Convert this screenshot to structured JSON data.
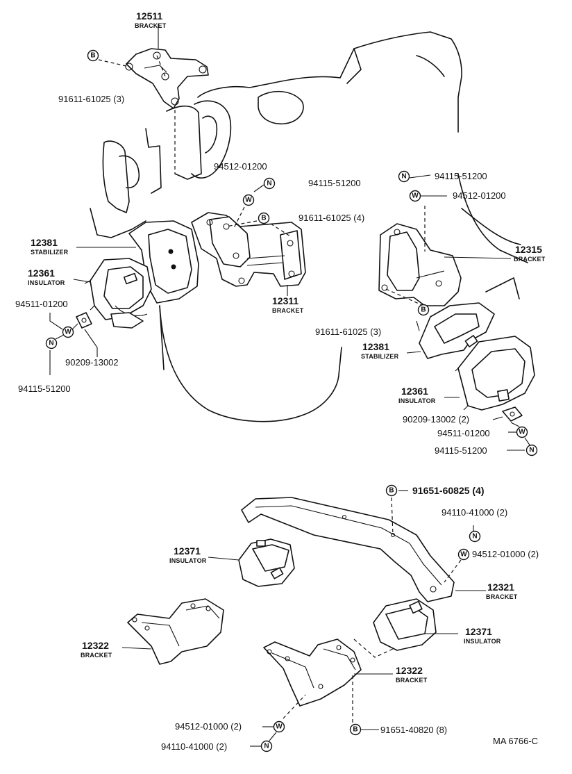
{
  "symbols": {
    "bolt": "B",
    "washer": "W",
    "nut": "N"
  },
  "labels": {
    "p12511_num": "12511",
    "p12511_name": "BRACKET",
    "bolt_91611_top": "91611-61025 (3)",
    "washer_94512_mid": "94512-01200",
    "nut_94115_mid": "94115-51200",
    "bolt_91611_mid": "91611-61025 (4)",
    "nut_94115_right": "94115-51200",
    "washer_94512_right": "94512-01200",
    "p12381_left_num": "12381",
    "p12381_left_name": "STABILIZER",
    "p12361_left_num": "12361",
    "p12361_left_name": "INSULATOR",
    "washer_94511_left": "94511-01200",
    "p12311_num": "12311",
    "p12311_name": "BRACKET",
    "p12315_num": "12315",
    "p12315_name": "BRACKET",
    "bolt_91611_right": "91611-61025 (3)",
    "p12381_right_num": "12381",
    "p12381_right_name": "STABILIZER",
    "plate_90209_left": "90209-13002",
    "nut_94115_left": "94115-51200",
    "p12361_right_num": "12361",
    "p12361_right_name": "INSULATOR",
    "plate_90209_right": "90209-13002 (2)",
    "washer_94511_right": "94511-01200",
    "nut_94115_right2": "94115-51200",
    "bolt_91651_60825": "91651-60825 (4)",
    "nut_94110_top": "94110-41000 (2)",
    "washer_94512_01000_top": "94512-01000 (2)",
    "p12371_left_num": "12371",
    "p12371_left_name": "INSULATOR",
    "p12321_num": "12321",
    "p12321_name": "BRACKET",
    "p12371_right_num": "12371",
    "p12371_right_name": "INSULATOR",
    "p12322_left_num": "12322",
    "p12322_left_name": "BRACKET",
    "p12322_right_num": "12322",
    "p12322_right_name": "BRACKET",
    "washer_94512_01000_bot": "94512-01000 (2)",
    "bolt_91651_40820": "91651-40820 (8)",
    "nut_94110_bot": "94110-41000 (2)",
    "drawing_code": "MA 6766-C"
  }
}
